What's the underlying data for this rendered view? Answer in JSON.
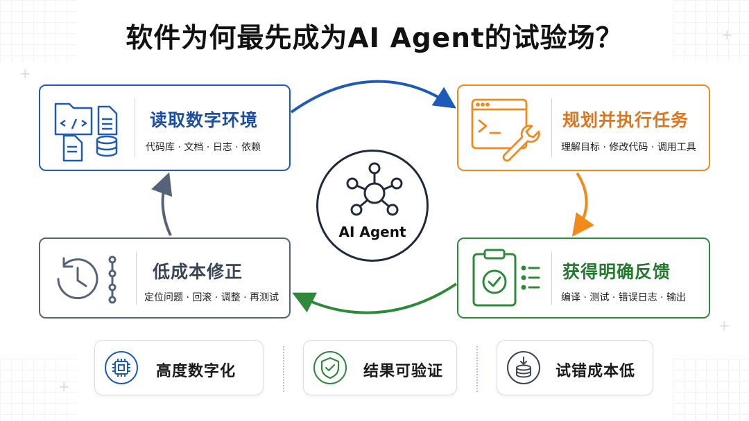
{
  "title": "软件为何最先成为AI Agent的试验场？",
  "hub": {
    "label": "AI Agent"
  },
  "cards": {
    "read": {
      "title": "读取数字环境",
      "subtitle": "代码库 · 文档 · 日志 · 依赖",
      "color": "#1e5bb8"
    },
    "plan": {
      "title": "规划并执行任务",
      "subtitle": "理解目标 · 修改代码 · 调用工具",
      "color": "#f08a1c"
    },
    "feedback": {
      "title": "获得明确反馈",
      "subtitle": "编译 · 测试 · 错误日志 · 输出",
      "color": "#2e8a3a"
    },
    "fix": {
      "title": "低成本修正",
      "subtitle": "定位问题 · 回滚 · 调整 · 再测试",
      "color": "#55637a"
    }
  },
  "pills": [
    {
      "label": "高度数字化",
      "icon": "chip-icon"
    },
    {
      "label": "结果可验证",
      "icon": "shield-check-icon"
    },
    {
      "label": "试错成本低",
      "icon": "coin-stack-down-icon"
    }
  ]
}
